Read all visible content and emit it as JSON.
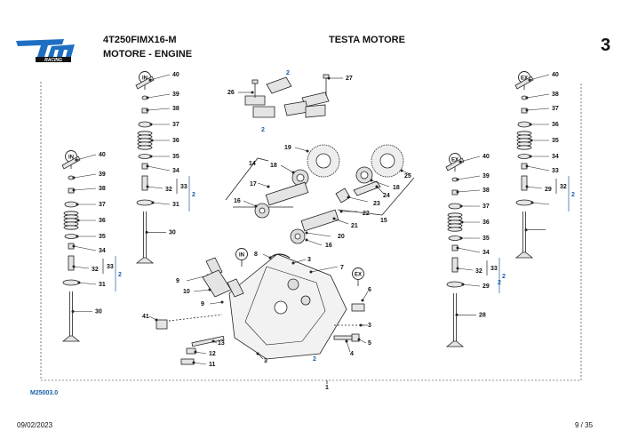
{
  "header": {
    "logo_text": "tm RACING",
    "model_code": "4T250FIMX16-M",
    "section_name": "MOTORE - ENGINE",
    "title": "TESTA MOTORE",
    "page_number": "3"
  },
  "diagram": {
    "position_badges": [
      "IN",
      "IN",
      "IN",
      "EX",
      "EX",
      "EX"
    ],
    "group_label": "1",
    "callouts_black": [
      "40",
      "39",
      "38",
      "37",
      "36",
      "35",
      "34",
      "33",
      "32",
      "31",
      "30",
      "40",
      "39",
      "38",
      "37",
      "36",
      "35",
      "34",
      "33",
      "32",
      "31",
      "30",
      "26",
      "27",
      "19",
      "18",
      "17",
      "16",
      "14",
      "25",
      "24",
      "23",
      "22",
      "21",
      "20",
      "16",
      "18",
      "15",
      "8",
      "3",
      "7",
      "9",
      "10",
      "9",
      "6",
      "41",
      "13",
      "12",
      "11",
      "3",
      "3",
      "5",
      "4",
      "40",
      "39",
      "38",
      "37",
      "36",
      "35",
      "34",
      "33",
      "32",
      "29",
      "28",
      "40",
      "38",
      "37",
      "36",
      "35",
      "34",
      "33",
      "32",
      "29"
    ],
    "callouts_blue": [
      "2",
      "2",
      "2",
      "2",
      "2",
      "2",
      "2",
      "2"
    ]
  },
  "footer": {
    "diagram_code": "M25003.0",
    "date": "09/02/2023",
    "page_of": "9 / 35"
  },
  "colors": {
    "accent_blue": "#1a5fa8",
    "logo_blue": "#1e6fc4",
    "line": "#222222"
  }
}
